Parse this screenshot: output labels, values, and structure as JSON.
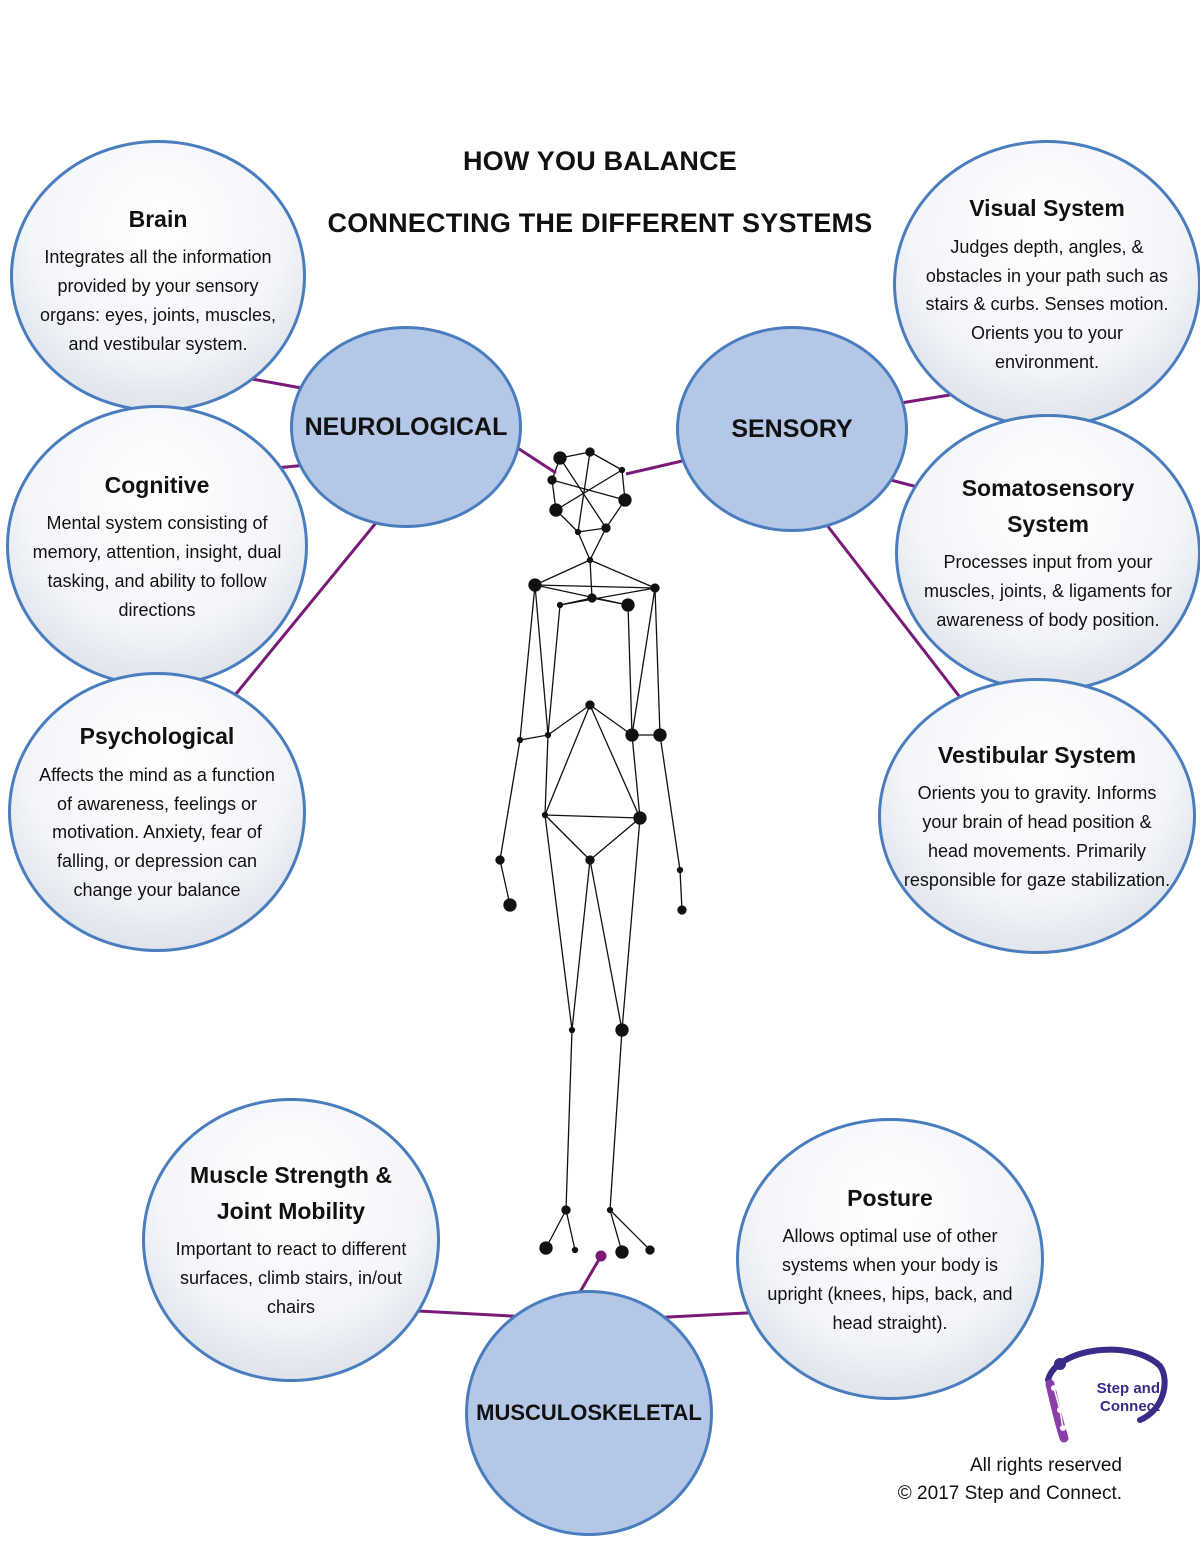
{
  "header": {
    "title": "HOW YOU BALANCE",
    "subtitle": "CONNECTING THE DIFFERENT SYSTEMS"
  },
  "hubs": {
    "neurological": "NEUROLOGICAL",
    "sensory": "SENSORY",
    "musculoskeletal": "MUSCULOSKELETAL"
  },
  "bubbles": {
    "brain": {
      "title": "Brain",
      "description": "Integrates all the information provided by your sensory organs: eyes, joints, muscles, and vestibular system."
    },
    "cognitive": {
      "title": "Cognitive",
      "description": "Mental system consisting of memory, attention, insight, dual tasking, and ability to follow directions"
    },
    "psychological": {
      "title": "Psychological",
      "description": "Affects the mind as a function of awareness, feelings or motivation. Anxiety, fear of falling, or depression can change your balance"
    },
    "visual": {
      "title": "Visual System",
      "description": "Judges depth, angles, & obstacles in your path such as stairs & curbs.  Senses motion. Orients you to your environment."
    },
    "somatosensory": {
      "title": "Somatosensory System",
      "description": "Processes input from your muscles, joints, & ligaments for awareness of body position."
    },
    "vestibular": {
      "title": "Vestibular System",
      "description": "Orients you to gravity. Informs your brain of head position & head movements. Primarily responsible for gaze stabilization."
    },
    "muscle": {
      "title": "Muscle Strength & Joint Mobility",
      "description": "Important to react to different surfaces, climb stairs, in/out chairs"
    },
    "posture": {
      "title": "Posture",
      "description": "Allows optimal use of other systems when your body is upright (knees, hips, back, and head straight)."
    }
  },
  "logo": {
    "line1": "Step and",
    "line2": "Connect"
  },
  "footer": {
    "rights": "All rights reserved",
    "copyright": "© 2017 Step and Connect."
  },
  "colors": {
    "hub_fill": "#b4c7e7",
    "bubble_border": "#4a7dbd",
    "connector": "#7a1a78",
    "figure": "#111111",
    "logo_purple": "#3b2a88"
  }
}
